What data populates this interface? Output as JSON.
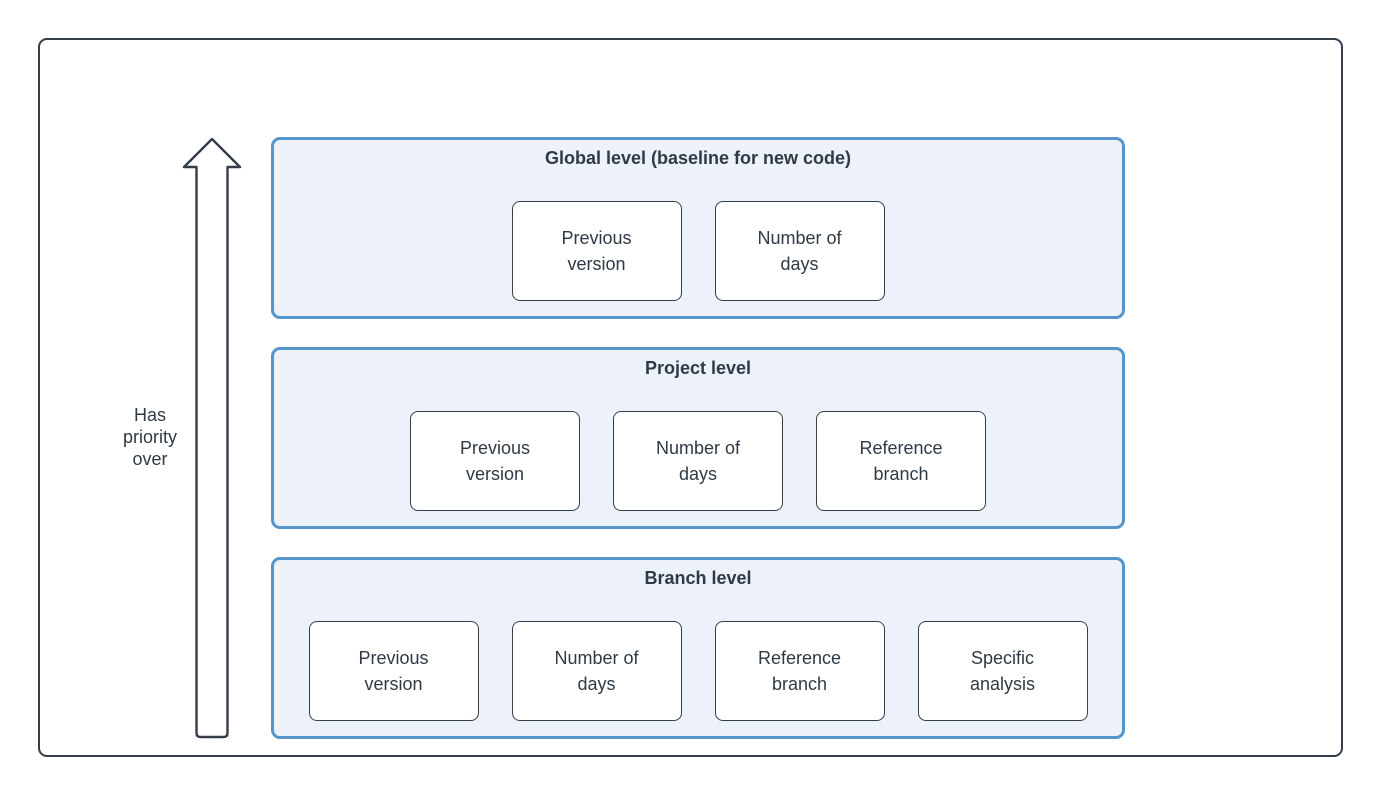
{
  "diagram": {
    "arrow_label": "Has\npriority\nover",
    "panels": [
      {
        "title": "Global level (baseline for new code)",
        "boxes": [
          "Previous\nversion",
          "Number of\ndays"
        ]
      },
      {
        "title": "Project level",
        "boxes": [
          "Previous\nversion",
          "Number of\ndays",
          "Reference\nbranch"
        ]
      },
      {
        "title": "Branch level",
        "boxes": [
          "Previous\nversion",
          "Number of\ndays",
          "Reference\nbranch",
          "Specific\nanalysis"
        ]
      }
    ],
    "colors": {
      "frame_border": "#343d49",
      "panel_border": "#5695c9",
      "panel_fill": "#edf1f9",
      "box_border": "#333f4c",
      "box_fill": "#ffffff",
      "text": "#2f3a46"
    }
  }
}
